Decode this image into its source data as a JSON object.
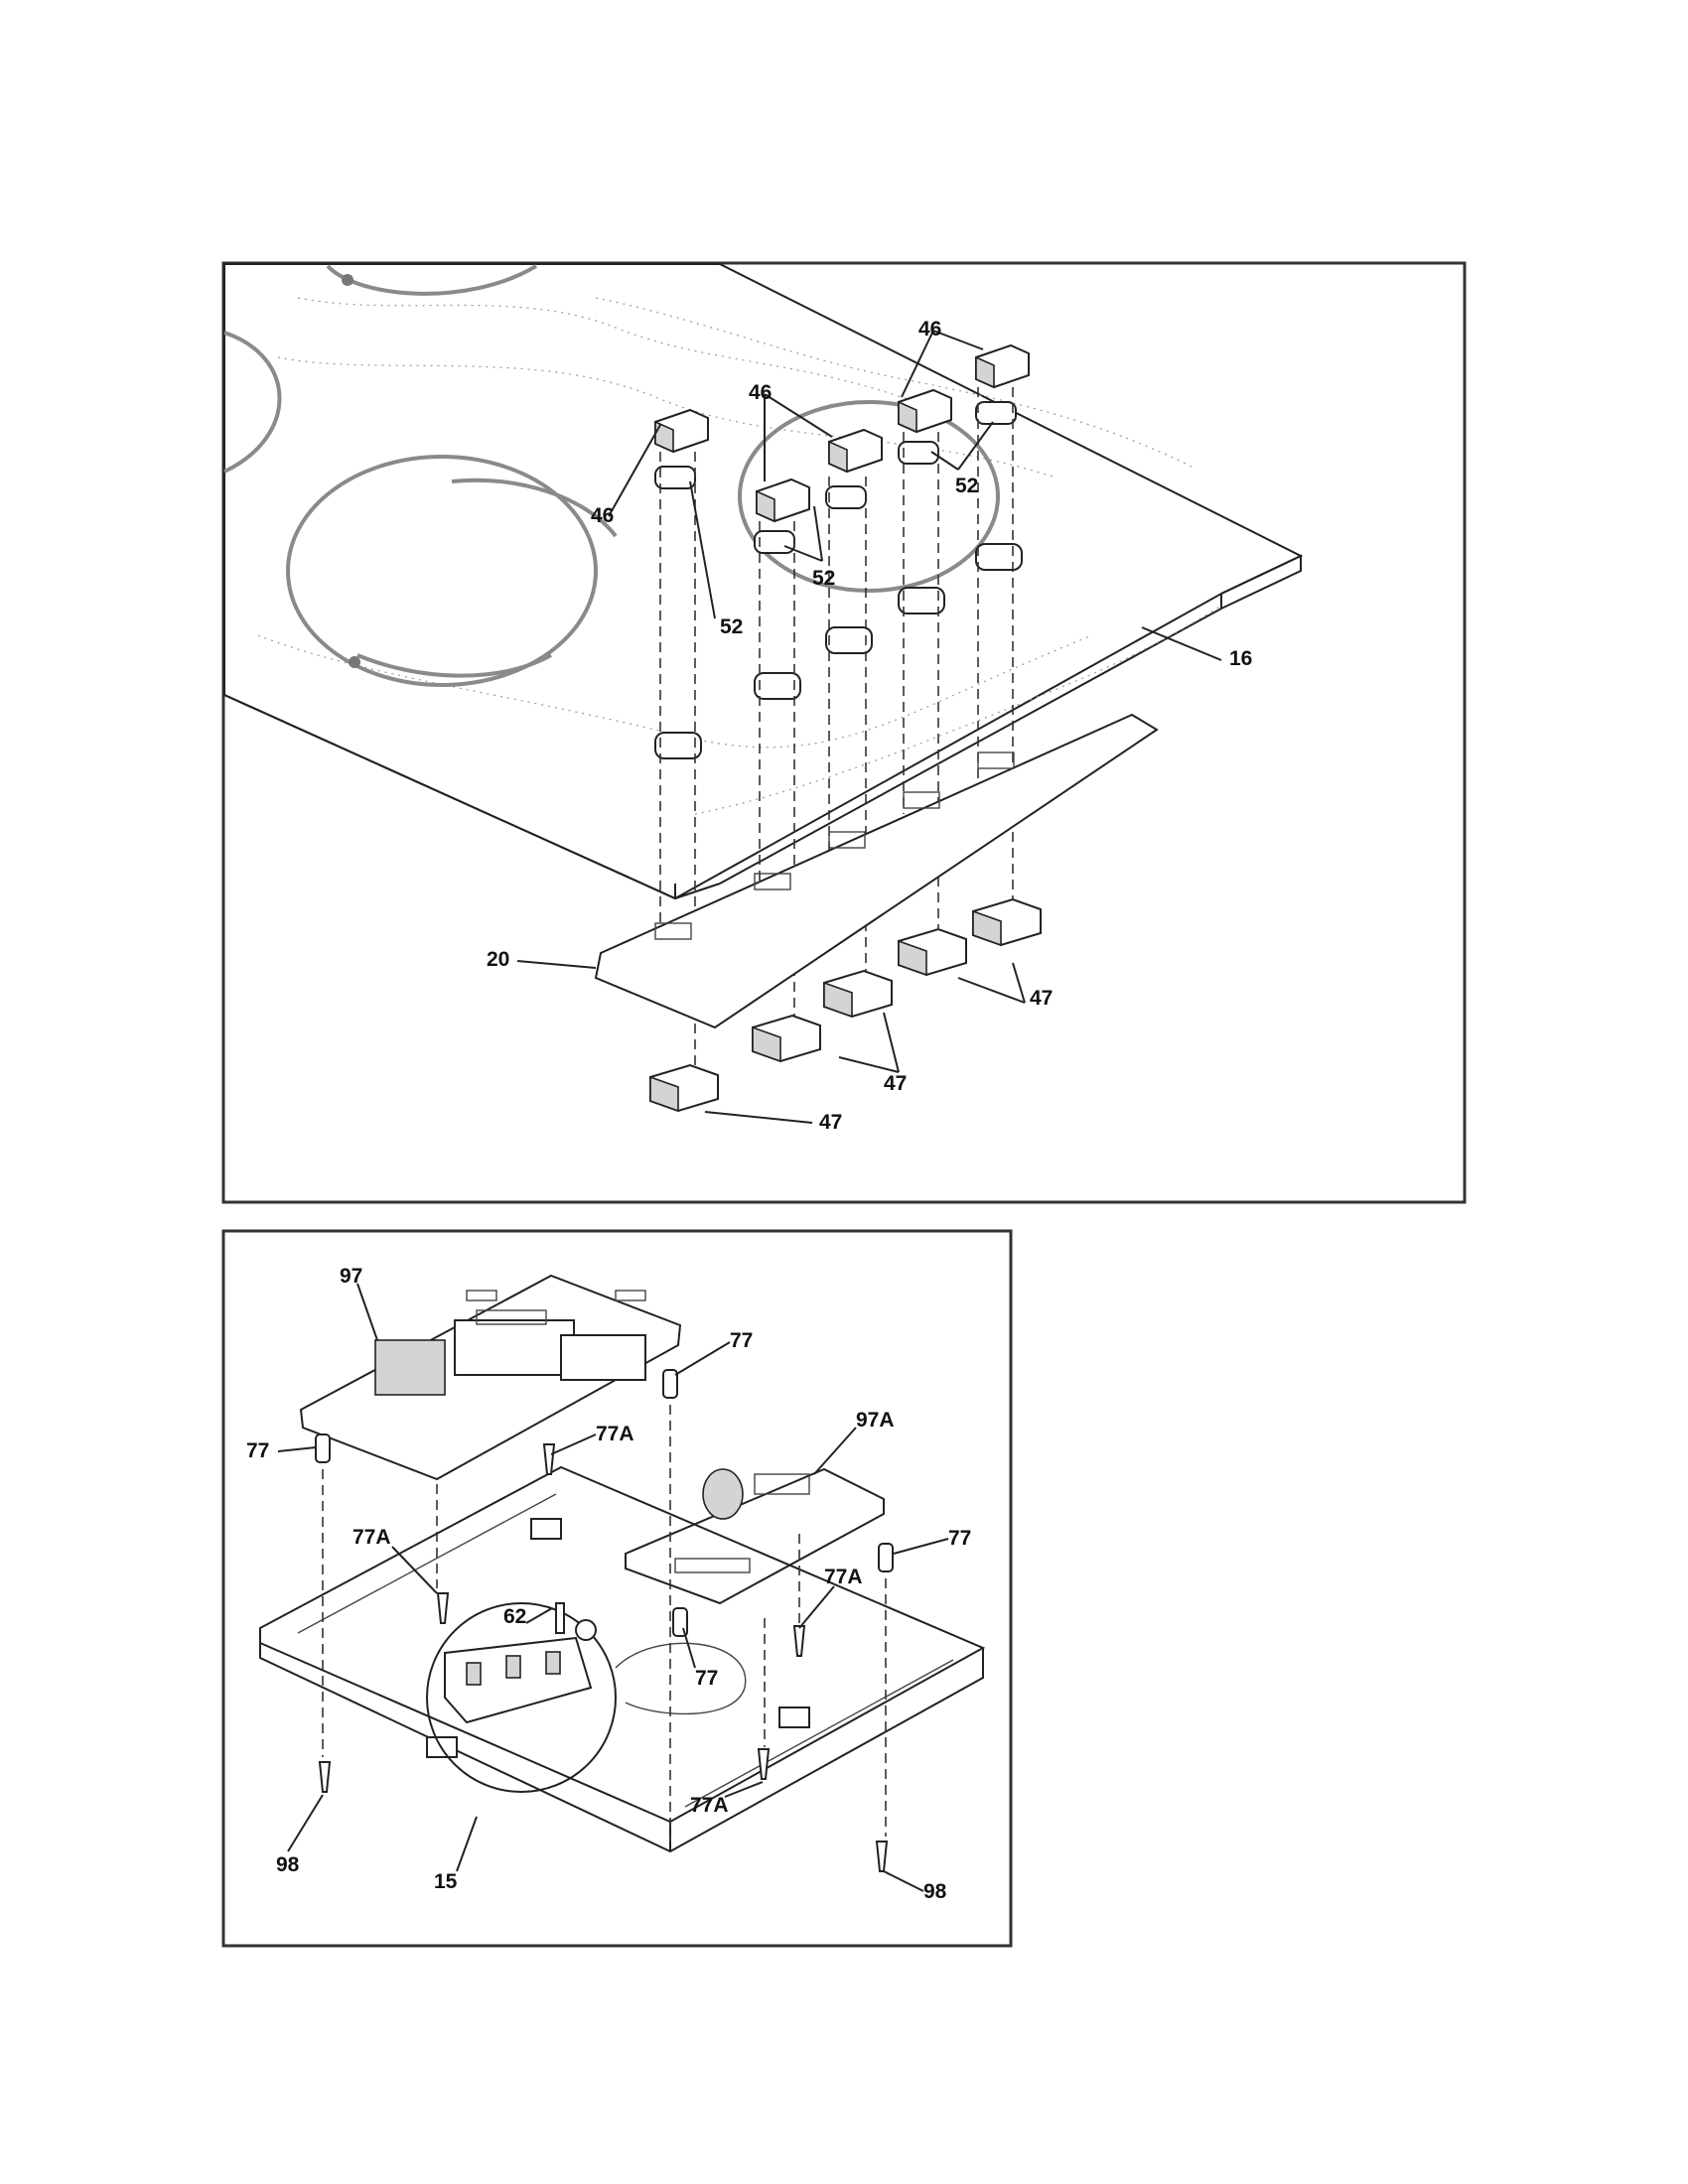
{
  "panel_top": {
    "callouts": {
      "c46a": "46",
      "c46b": "46",
      "c46c": "46",
      "c52a": "52",
      "c52b": "52",
      "c52c": "52",
      "c16": "16",
      "c20": "20",
      "c47a": "47",
      "c47b": "47",
      "c47c": "47"
    }
  },
  "panel_bottom": {
    "callouts": {
      "c97": "97",
      "c97a": "97A",
      "c77a": "77",
      "c77b": "77",
      "c77c": "77",
      "c77d": "77",
      "c77A1": "77A",
      "c77A2": "77A",
      "c77A3": "77A",
      "c77A4": "77A",
      "c62": "62",
      "c98a": "98",
      "c98b": "98",
      "c15": "15"
    }
  }
}
